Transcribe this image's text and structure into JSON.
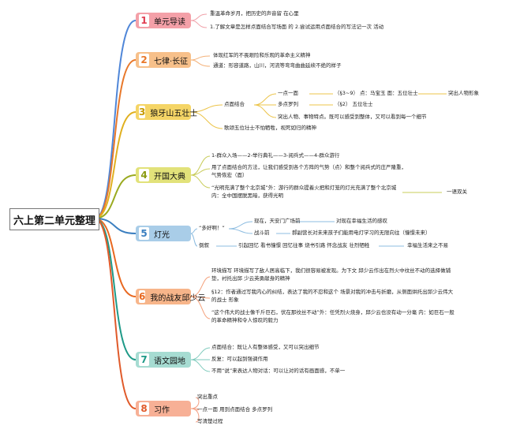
{
  "root": "六上第二单元整理",
  "units": [
    {
      "num": "1",
      "title": "单元导读",
      "color": "#f4a0a8",
      "accent": "#e03c50",
      "items": [
        "重温革命岁月，把历史的声音留 在心里",
        "1.了解文章是怎样点面结合写场面 的 2.尝试运用点面结合的写法记一次 活动"
      ]
    },
    {
      "num": "2",
      "title": "七律·长征",
      "color": "#f7c08a",
      "accent": "#e8782a",
      "items": [
        "体现红军的不畏艰险和乐观的革命主义精神",
        "通道：形容道路，山川，河流等弯弯曲曲延续不绝的样子"
      ]
    },
    {
      "num": "3",
      "title": "狼牙山五壮士",
      "color": "#f5d566",
      "accent": "#c79a00",
      "branch": "点面结合",
      "items": [
        "一点一面",
        "（§3~9） 点：马宝玉 面：五位壮士",
        "突出人物形象",
        "多点罗列",
        "（§2） 五位壮士",
        "突出人物、事物特点。既可以感受到整体，又可以看到每一个细节",
        "歌颂五位壮士不怕牺牲，视死如归的精神"
      ]
    },
    {
      "num": "4",
      "title": "开国大典",
      "color": "#e2e27a",
      "accent": "#8a9a10",
      "items": [
        "1-群众入场——2-举行典礼——3-阅兵式——4-群众游行",
        "用了点面结合的方法，让我们感受到各个方阵的气势（点）和整个阅兵式的庄严隆重，气势恢宏（面）",
        "“光明充满了整个北京城”外：游行的群众提着火把和灯笼的灯光充满了整个北京城 内：全中国摆脱黑暗，获得光明",
        "一语双关"
      ]
    },
    {
      "num": "5",
      "title": "灯光",
      "color": "#a9cde8",
      "accent": "#3b7fc0",
      "items": [
        "“多好啊！”",
        "现在，天安门广场前",
        "对现在幸福生活的感叹",
        "战斗前",
        "郝副营长对未来孩子们能用电灯学习的无限向往（憧憬未来）",
        "倒叙",
        "引起回忆 看书憧憬 回忆往事 烧书引路 怀念战友 壮烈牺牲",
        "幸福生活来之不易"
      ]
    },
    {
      "num": "6",
      "title": "我的战友邱少云",
      "color": "#f7b58a",
      "accent": "#e86820",
      "items": [
        "环境描写 环境描写了敌人居高临下，我们很容易被发现。为下文 邱少云作出在烈火中纹丝不动的选择做铺垫，衬托出邱 少云英勇献身的精神",
        "§12：作者通过写我内心的纠结，表达了我的不忍和这个 场景对我的冲击与折磨，从侧面烘托出邱少云伟大的战士 形象",
        "“这个伟大的战士像千斤巨石，伏在那纹丝不动”外：任凭烈火烧身，邱少云也没有动一分毫 内：如巨石一般的革命精神和令人惊叹的毅力"
      ]
    },
    {
      "num": "7",
      "title": "语文园地",
      "color": "#a6dcd2",
      "accent": "#1f9a88",
      "items": [
        "点面结合：既让人有整体感受，又可以突出细节",
        "反复：可以起到强调作用",
        "不用“说”来表达人物对话：可以让对的话有画面感，不单一"
      ]
    },
    {
      "num": "8",
      "title": "习作",
      "color": "#f7b096",
      "accent": "#e05a2a",
      "items": [
        "突出重点",
        "一点一面 用到点面结合 多点罗列",
        "写清楚过程"
      ]
    }
  ]
}
